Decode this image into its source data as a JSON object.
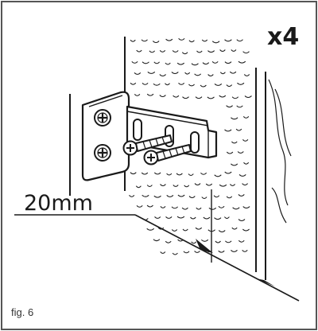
{
  "figure": {
    "quantity_label": "x4",
    "dimension_label": "20mm",
    "caption": "fig. 6"
  },
  "colors": {
    "line": "#1a1a1a",
    "frame": "#555555",
    "background": "#ffffff"
  }
}
